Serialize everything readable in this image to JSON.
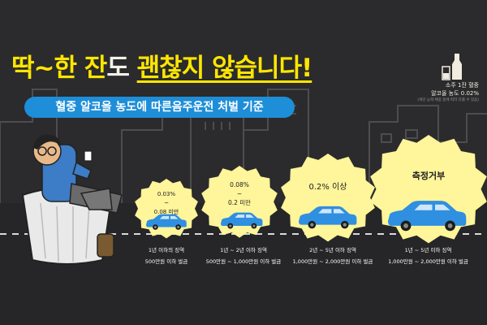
{
  "title": {
    "part1": "딱~한 잔",
    "part2": "도",
    "part3": "괜찮지 않습니다!"
  },
  "subtitle": "혈중 알코올 농도에 따른음주운전 처벌 기준",
  "note": {
    "line1": "소주 1잔 혈중",
    "line2": "알코올 농도 0.02%",
    "small": "(개인 능력·체중 등에 따라 다를 수 있음)"
  },
  "levels": [
    {
      "badge_line1": "0.03%",
      "badge_line2": "~",
      "badge_line3": "0.08 미만",
      "penalty_term": "1년 이하의 징역",
      "penalty_fine": "500만원 이하 벌금"
    },
    {
      "badge_line1": "0.08%",
      "badge_line2": "~",
      "badge_line3": "0.2 미만",
      "penalty_term": "1년 ~ 2년 이하 징역",
      "penalty_fine": "500만원 ~ 1,000만원 이하 벌금"
    },
    {
      "badge_line1": "0.2% 이상",
      "penalty_term": "2년 ~ 5년 이하 징역",
      "penalty_fine": "1,000만원 ~ 2,000만원 이하 벌금"
    },
    {
      "badge_line1": "측정거부",
      "penalty_term": "1년 ~ 5년 이하 징역",
      "penalty_fine": "1,000만원 ~ 2,000만원 이하 벌금"
    }
  ],
  "colors": {
    "background": "#2b2b2d",
    "accent_yellow": "#ffe600",
    "badge_yellow": "#fff59a",
    "banner_blue": "#1e8ed8",
    "car_blue": "#2f8fe0"
  }
}
